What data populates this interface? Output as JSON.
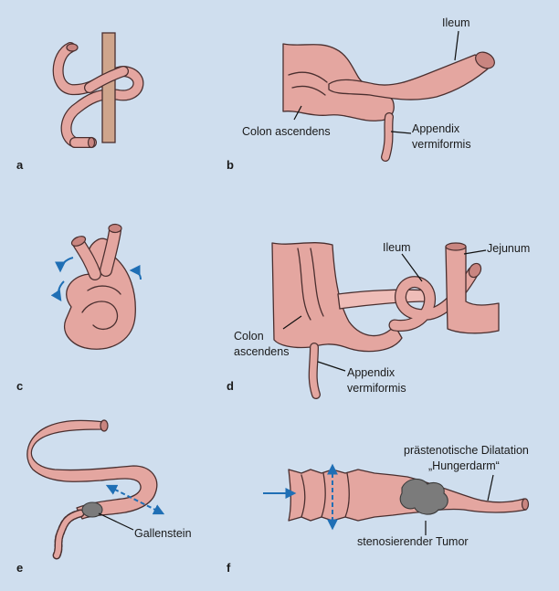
{
  "panels": {
    "a": {
      "letter": "a"
    },
    "b": {
      "letter": "b",
      "ileum": "Ileum",
      "colon": "Colon ascendens",
      "appendix_line1": "Appendix",
      "appendix_line2": "vermiformis"
    },
    "c": {
      "letter": "c"
    },
    "d": {
      "letter": "d",
      "ileum": "Ileum",
      "jejunum": "Jejunum",
      "colon_line1": "Colon",
      "colon_line2": "ascendens",
      "appendix_line1": "Appendix",
      "appendix_line2": "vermiformis"
    },
    "e": {
      "letter": "e",
      "stone": "Gallenstein"
    },
    "f": {
      "letter": "f",
      "dilatation_line1": "prästenotische Dilatation",
      "dilatation_line2": "„Hungerdarm“",
      "tumor": "stenosierender Tumor"
    }
  },
  "colors": {
    "background": "#cfdeee",
    "bowel": "#e4a6a0",
    "outline": "#4a2f2f",
    "arrow": "#1f6fb5",
    "tumor": "#7b7b7b"
  }
}
